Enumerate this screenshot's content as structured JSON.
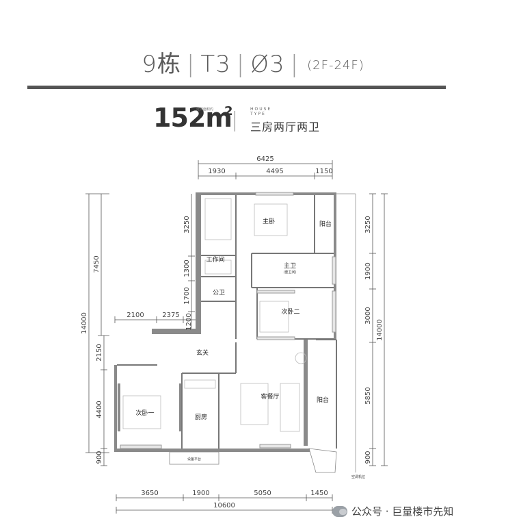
{
  "header": {
    "building": "9栋",
    "type_code": "T3",
    "unit": "Ø3",
    "floors": "(2F-24F)"
  },
  "area": {
    "value": "152m",
    "superscript": "2",
    "caption": "建筑面积约",
    "house_type_label_1": "HOUSE",
    "house_type_label_2": "TYPE",
    "layout_name": "三房两厅两卫"
  },
  "dimensions": {
    "top_total": "6425",
    "top_segments": [
      "1930",
      "4495",
      "1150"
    ],
    "left_total_upper": "7450",
    "left_total_all": "14000",
    "left_segments": [
      "3250",
      "1300",
      "1700",
      "2150",
      "4400",
      "900"
    ],
    "right_total": "14000",
    "right_segments": [
      "3250",
      "1900",
      "3000",
      "5850",
      "900"
    ],
    "mid_horizontal": [
      "2100",
      "2375",
      "1200"
    ],
    "bottom_segments": [
      "3650",
      "1900",
      "5050",
      "1450"
    ],
    "bottom_total": "10600"
  },
  "rooms": {
    "master_bedroom": "主卧",
    "balcony_top": "阳台",
    "work_room": "工作间",
    "master_bath": "主卫",
    "master_bath_note": "(套卫间)",
    "public_bath": "公卫",
    "second_bedroom_2": "次卧二",
    "entrance": "玄关",
    "living_dining": "客餐厅",
    "balcony_side": "阳台",
    "second_bedroom_1": "次卧一",
    "kitchen": "厨房",
    "equipment_platform": "设备平台",
    "ac_unit_note": "空调机位"
  },
  "watermark": "公众号 · 巨量楼市先知"
}
